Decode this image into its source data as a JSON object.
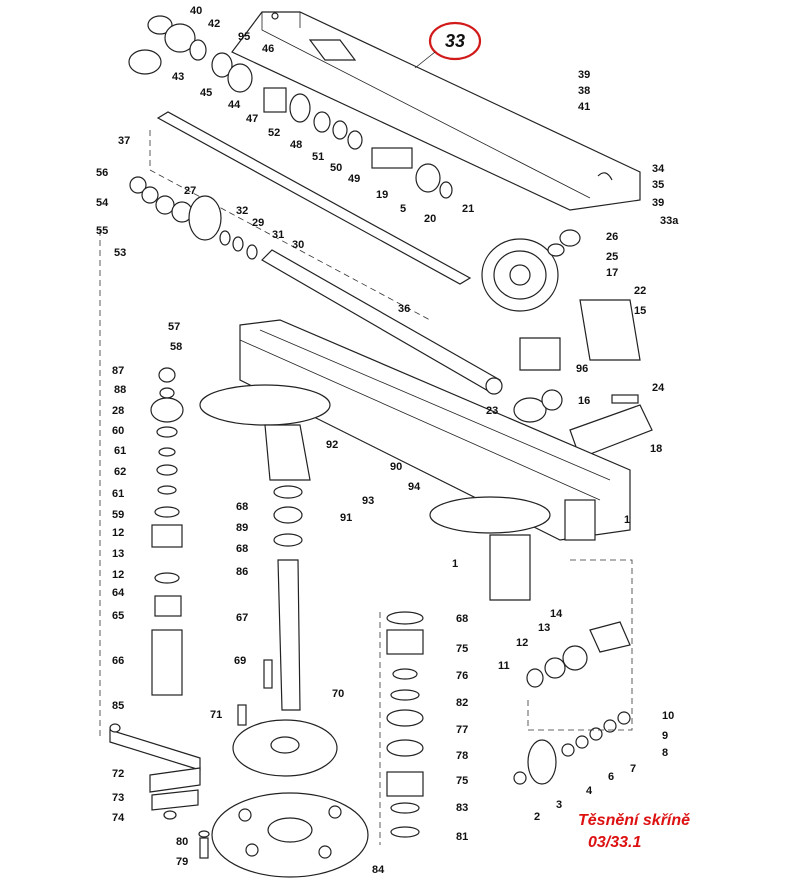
{
  "highlight_callout": "33",
  "caption_line1": "Těsnění skříně",
  "caption_line2": "03/33.1",
  "accent_color": "#d11a1a",
  "callouts": [
    {
      "id": "40"
    },
    {
      "id": "42"
    },
    {
      "id": "95"
    },
    {
      "id": "46"
    },
    {
      "id": "43"
    },
    {
      "id": "45"
    },
    {
      "id": "44"
    },
    {
      "id": "47"
    },
    {
      "id": "52"
    },
    {
      "id": "48"
    },
    {
      "id": "51"
    },
    {
      "id": "50"
    },
    {
      "id": "49"
    },
    {
      "id": "19"
    },
    {
      "id": "5"
    },
    {
      "id": "20"
    },
    {
      "id": "21"
    },
    {
      "id": "37"
    },
    {
      "id": "39"
    },
    {
      "id": "38"
    },
    {
      "id": "41"
    },
    {
      "id": "34"
    },
    {
      "id": "35"
    },
    {
      "id": "39"
    },
    {
      "id": "33a"
    },
    {
      "id": "56"
    },
    {
      "id": "27"
    },
    {
      "id": "54"
    },
    {
      "id": "32"
    },
    {
      "id": "29"
    },
    {
      "id": "55"
    },
    {
      "id": "31"
    },
    {
      "id": "53"
    },
    {
      "id": "30"
    },
    {
      "id": "26"
    },
    {
      "id": "25"
    },
    {
      "id": "17"
    },
    {
      "id": "22"
    },
    {
      "id": "15"
    },
    {
      "id": "57"
    },
    {
      "id": "36"
    },
    {
      "id": "58"
    },
    {
      "id": "96"
    },
    {
      "id": "87"
    },
    {
      "id": "88"
    },
    {
      "id": "24"
    },
    {
      "id": "28"
    },
    {
      "id": "23"
    },
    {
      "id": "16"
    },
    {
      "id": "60"
    },
    {
      "id": "18"
    },
    {
      "id": "61"
    },
    {
      "id": "92"
    },
    {
      "id": "62"
    },
    {
      "id": "90"
    },
    {
      "id": "61"
    },
    {
      "id": "94"
    },
    {
      "id": "93"
    },
    {
      "id": "91"
    },
    {
      "id": "59"
    },
    {
      "id": "68"
    },
    {
      "id": "12"
    },
    {
      "id": "89"
    },
    {
      "id": "1"
    },
    {
      "id": "13"
    },
    {
      "id": "68"
    },
    {
      "id": "12"
    },
    {
      "id": "86"
    },
    {
      "id": "1"
    },
    {
      "id": "64"
    },
    {
      "id": "65"
    },
    {
      "id": "67"
    },
    {
      "id": "68"
    },
    {
      "id": "14"
    },
    {
      "id": "75"
    },
    {
      "id": "13"
    },
    {
      "id": "12"
    },
    {
      "id": "66"
    },
    {
      "id": "69"
    },
    {
      "id": "76"
    },
    {
      "id": "11"
    },
    {
      "id": "70"
    },
    {
      "id": "82"
    },
    {
      "id": "85"
    },
    {
      "id": "71"
    },
    {
      "id": "10"
    },
    {
      "id": "77"
    },
    {
      "id": "9"
    },
    {
      "id": "8"
    },
    {
      "id": "78"
    },
    {
      "id": "7"
    },
    {
      "id": "72"
    },
    {
      "id": "75"
    },
    {
      "id": "6"
    },
    {
      "id": "4"
    },
    {
      "id": "73"
    },
    {
      "id": "83"
    },
    {
      "id": "3"
    },
    {
      "id": "2"
    },
    {
      "id": "74"
    },
    {
      "id": "80"
    },
    {
      "id": "81"
    },
    {
      "id": "79"
    },
    {
      "id": "84"
    }
  ]
}
